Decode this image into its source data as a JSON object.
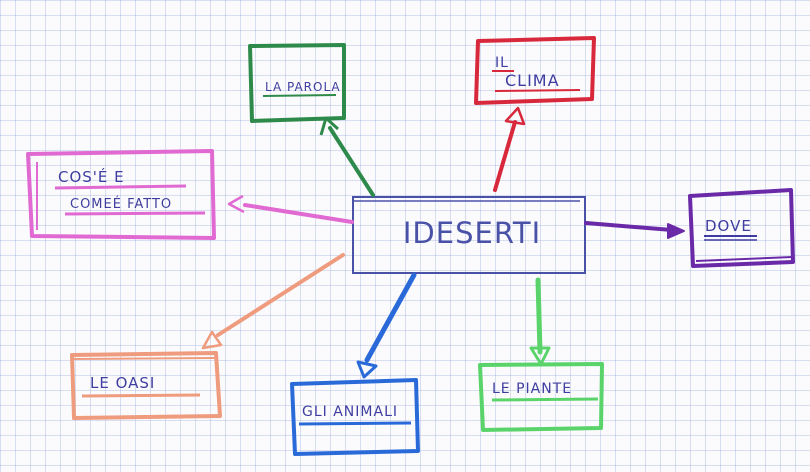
{
  "diagram": {
    "center": {
      "label": "IDESERTI",
      "color": "#4a52a8"
    },
    "nodes": {
      "la_parola": {
        "label": "LA PAROLA",
        "color": "#2e8a4a"
      },
      "il_clima": {
        "line1": "IL",
        "line2": "CLIMA",
        "color": "#d8283c"
      },
      "cose": {
        "line1": "COS'É E",
        "line2": "COMEÉ FATTO",
        "color": "#e06ad2"
      },
      "dove": {
        "label": "DOVE",
        "color": "#6a2aa8"
      },
      "le_oasi": {
        "label": "LE OASI",
        "color": "#ee9b7e"
      },
      "gli_animali": {
        "label": "GLI ANIMALI",
        "color": "#2a6ad8"
      },
      "le_piante": {
        "label": "LE PIANTE",
        "color": "#5ad46a"
      }
    }
  }
}
